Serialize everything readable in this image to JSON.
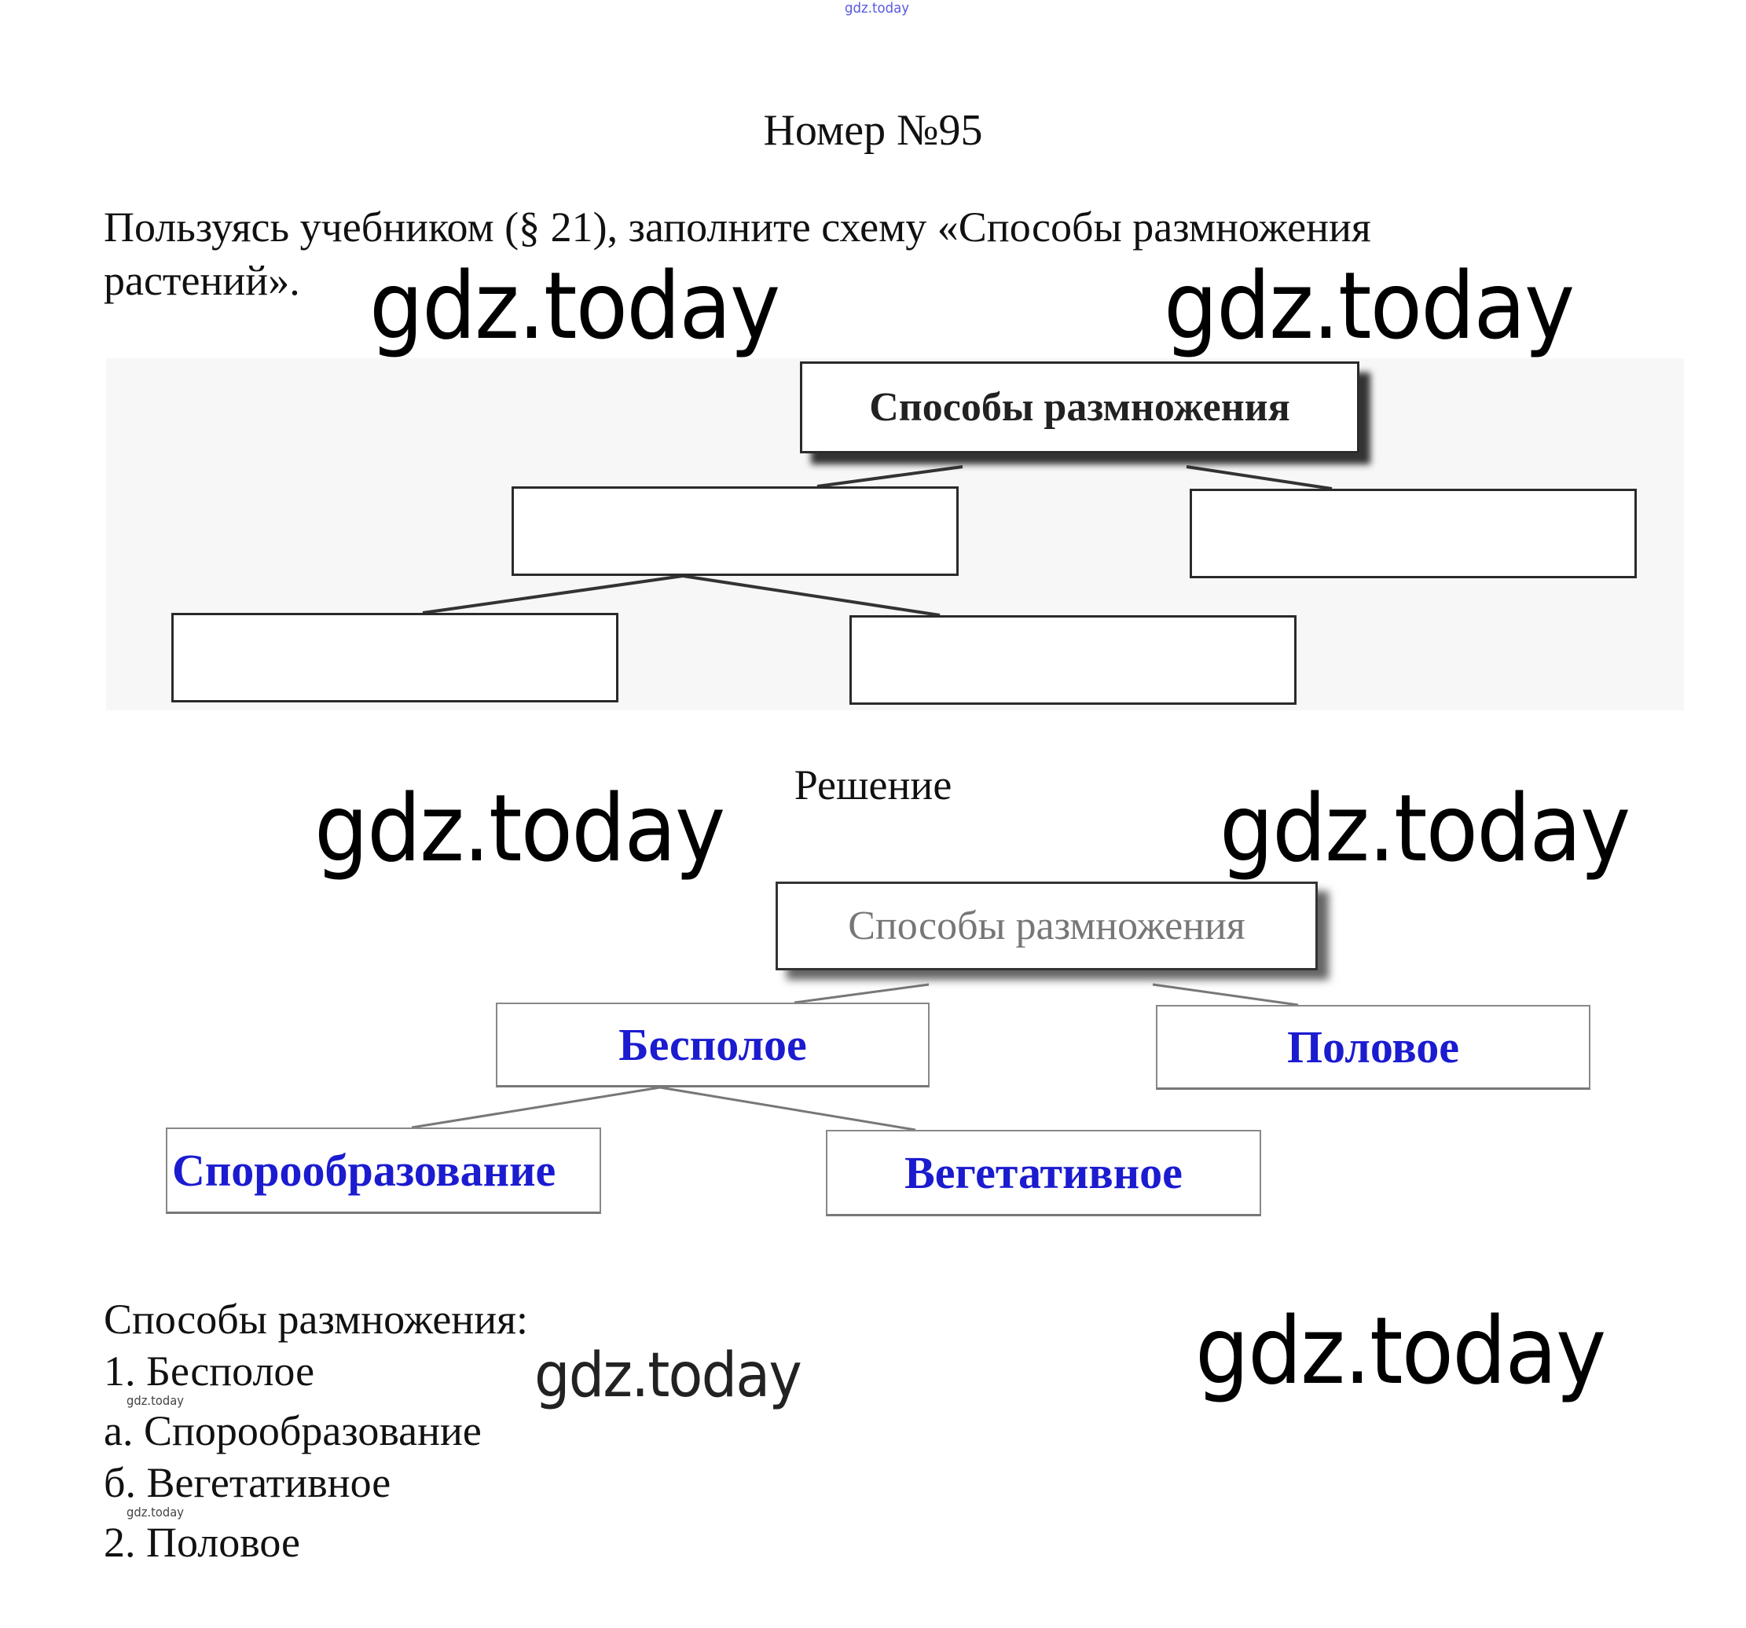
{
  "watermark": "gdz.today",
  "title": "Номер №95",
  "task": {
    "line1": "Пользуясь учебником (§ 21), заполните схему «Способы размножения",
    "line2": "растений»."
  },
  "diagram_empty": {
    "root": "Способы размножения"
  },
  "solution_heading": "Решение",
  "diagram_filled": {
    "root": "Способы размножения",
    "asexual": "Бесполое",
    "sexual": "Половое",
    "spore": "Спорообразование",
    "vegetative": "Вегетативное"
  },
  "answer": {
    "heading": "Способы размножения:",
    "items": [
      "1. Бесполое",
      "а. Спорообразование",
      "б. Вегетативное",
      "2. Половое"
    ]
  },
  "colors": {
    "answer_text": "#1b1bd0"
  }
}
